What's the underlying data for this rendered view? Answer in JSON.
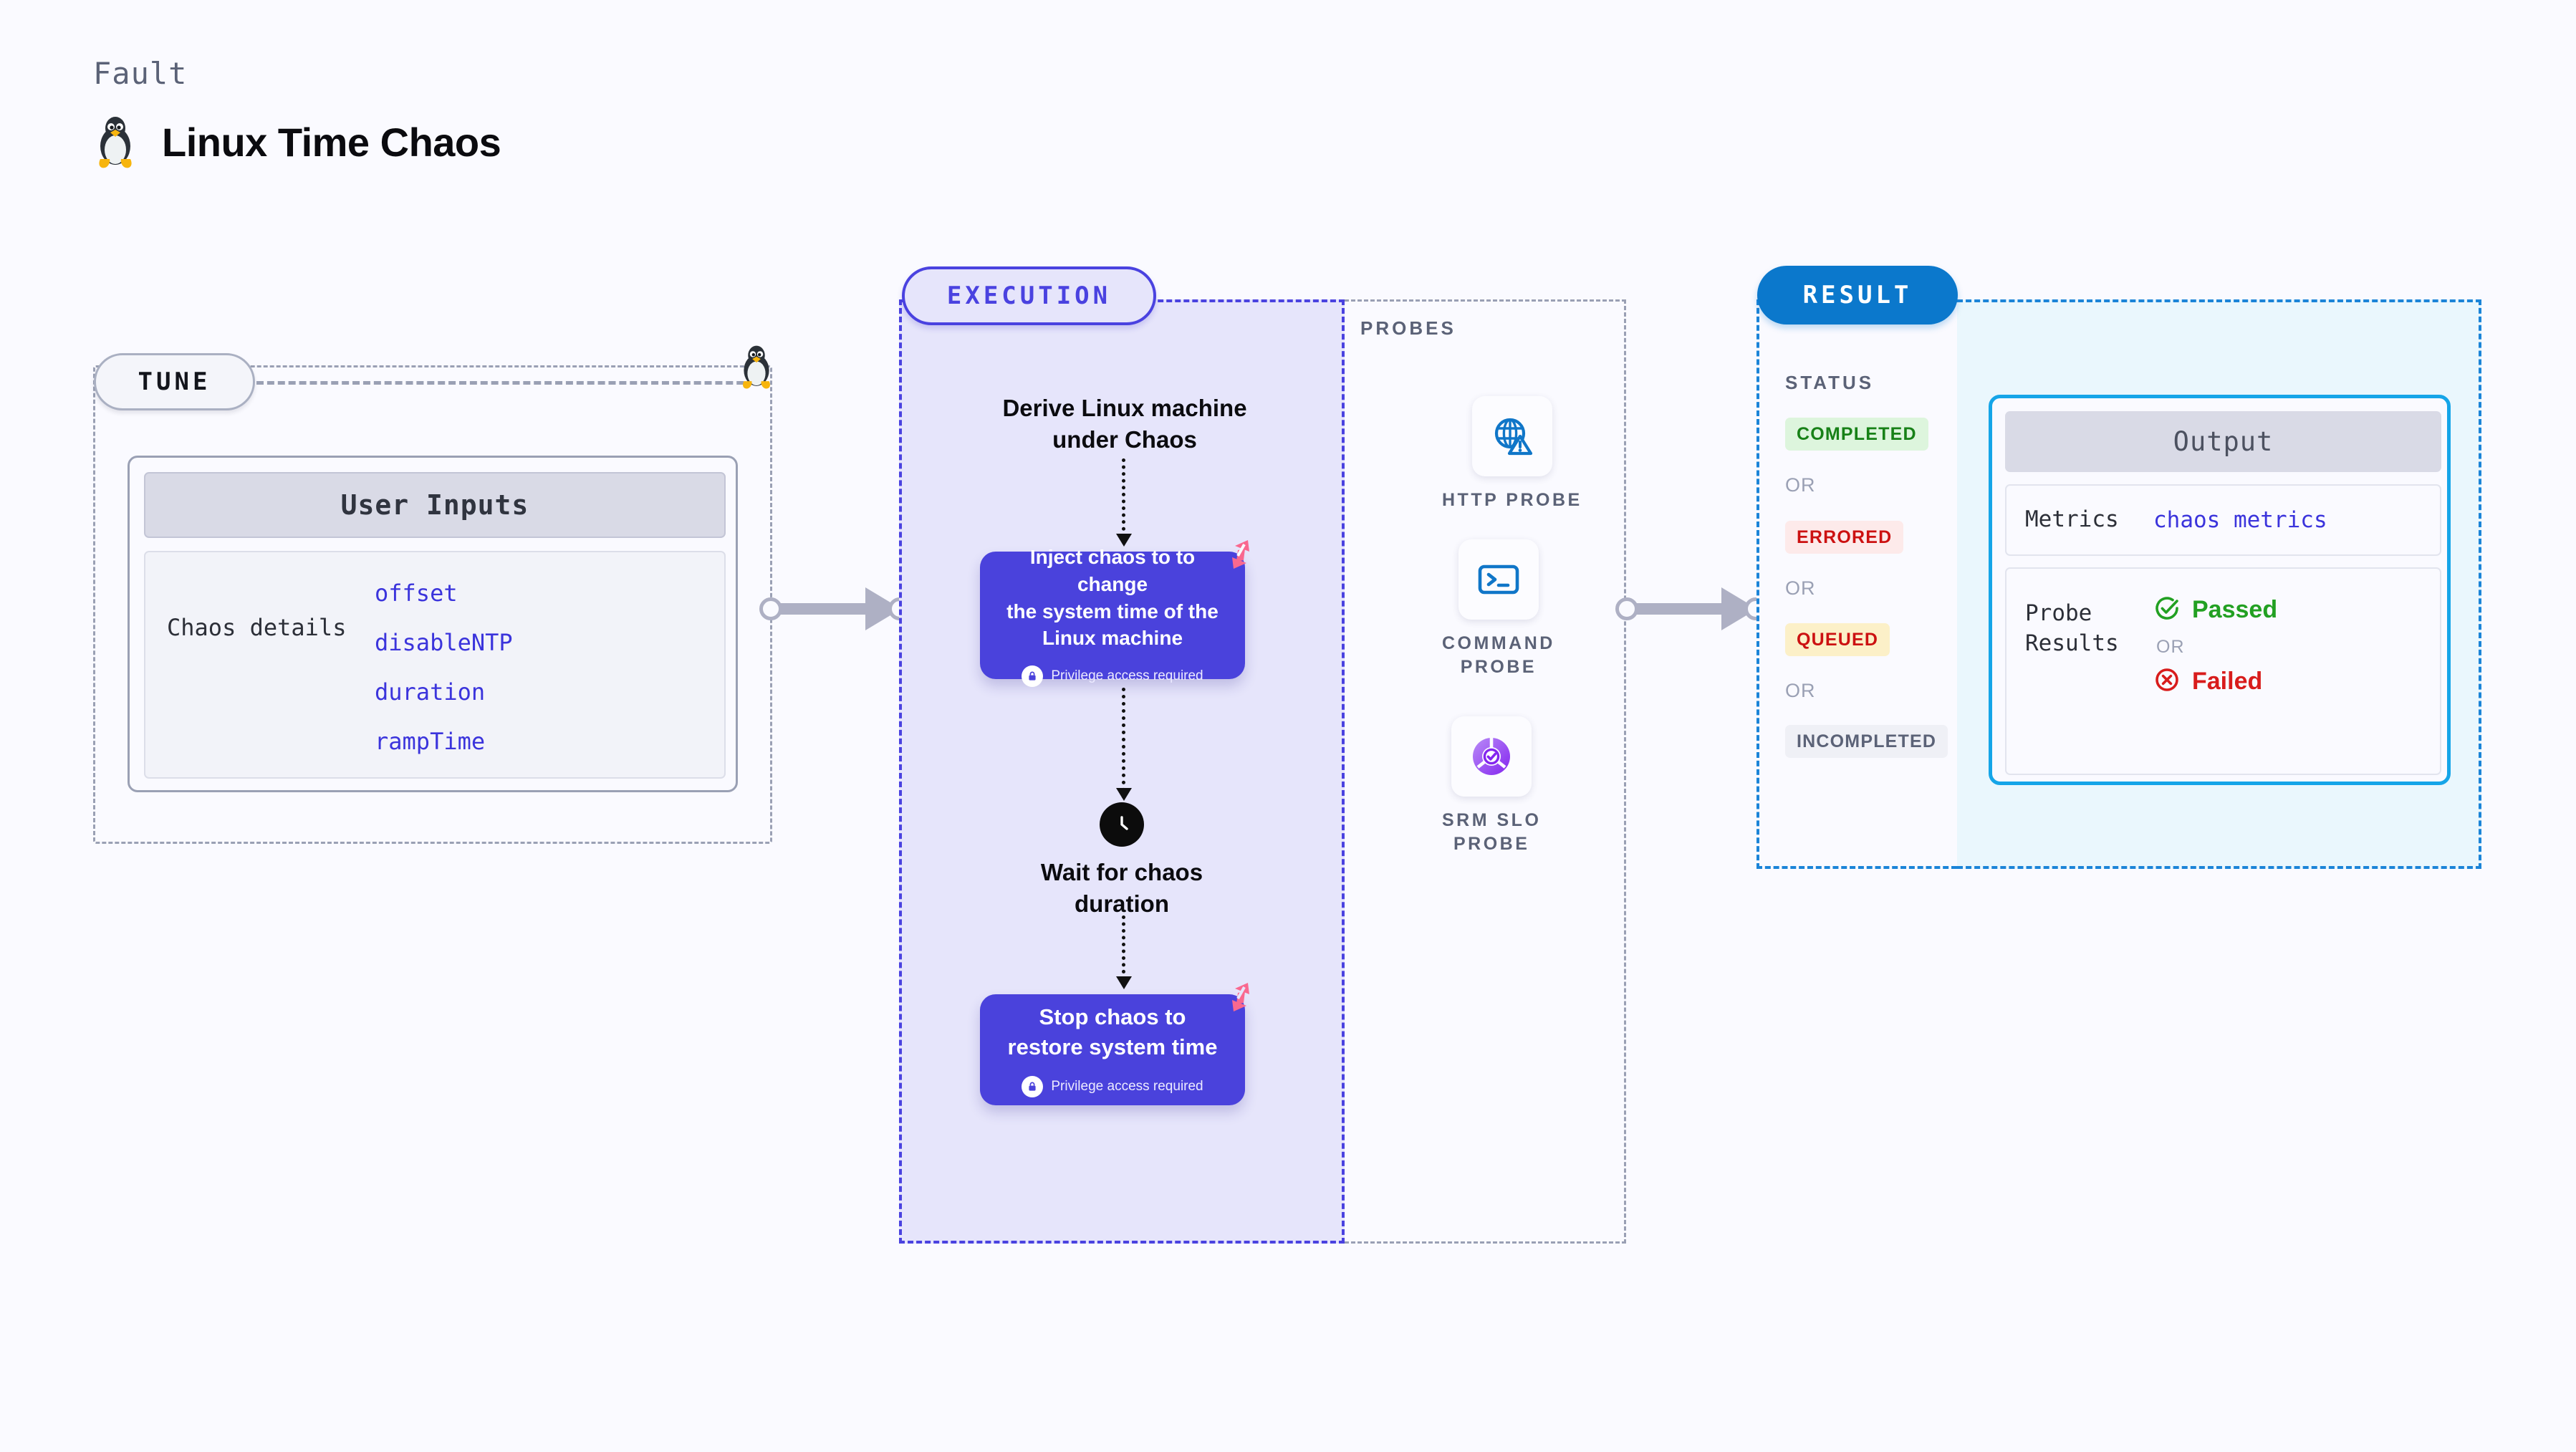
{
  "header": {
    "eyebrow": "Fault",
    "title": "Linux Time Chaos",
    "icon": "linux-tux-icon"
  },
  "tune": {
    "pill_label": "TUNE",
    "icon": "linux-tux-icon",
    "user_inputs": {
      "header": "User Inputs",
      "key": "Chaos details",
      "values": [
        "offset",
        "disableNTP",
        "duration",
        "rampTime"
      ]
    }
  },
  "execution": {
    "pill_label": "EXECUTION",
    "step_title": "Derive Linux machine\nunder Chaos",
    "inject_card": {
      "text": "Inject chaos to to change\nthe system time of the\nLinux machine",
      "privilege": "Privilege access required",
      "badge_icon": "harness-logo-icon",
      "lock_icon": "lock-icon"
    },
    "wait": {
      "icon": "clock-icon",
      "label": "Wait for chaos\nduration"
    },
    "stop_card": {
      "text": "Stop chaos to\nrestore system time",
      "privilege": "Privilege access required",
      "badge_icon": "harness-logo-icon",
      "lock_icon": "lock-icon"
    }
  },
  "probes": {
    "label": "PROBES",
    "items": [
      {
        "name": "HTTP  PROBE",
        "icon": "globe-warning-icon"
      },
      {
        "name": "COMMAND\nPROBE",
        "icon": "terminal-icon"
      },
      {
        "name": "SRM  SLO\nPROBE",
        "icon": "slo-check-icon"
      }
    ]
  },
  "result": {
    "pill_label": "RESULT",
    "status_label": "STATUS",
    "or": "OR",
    "statuses": [
      {
        "text": "COMPLETED",
        "bg": "#ddf5dd",
        "fg": "#178117"
      },
      {
        "text": "ERRORED",
        "bg": "#fdeaea",
        "fg": "#cc1111"
      },
      {
        "text": "QUEUED",
        "bg": "#fcf0c8",
        "fg": "#cc1111"
      },
      {
        "text": "INCOMPLETED",
        "bg": "#eff0f6",
        "fg": "#5b6277"
      }
    ],
    "output": {
      "header": "Output",
      "metrics_key": "Metrics",
      "metrics_value": "chaos metrics",
      "probe_key": "Probe\nResults",
      "passed": "Passed",
      "failed": "Failed",
      "or": "OR",
      "passed_icon": "check-circle-icon",
      "failed_icon": "x-circle-icon"
    }
  },
  "colors": {
    "page_bg": "#fafaff",
    "execution_accent": "#4a42e0",
    "execution_bg": "#e6e5fb",
    "card_purple": "#4a42dc",
    "result_accent": "#1b84d8",
    "result_bg": "#eaf7fd",
    "probe_blue": "#1076c8",
    "badge_pink": "#f9688f",
    "arrow_gray": "#aeb0c4"
  }
}
